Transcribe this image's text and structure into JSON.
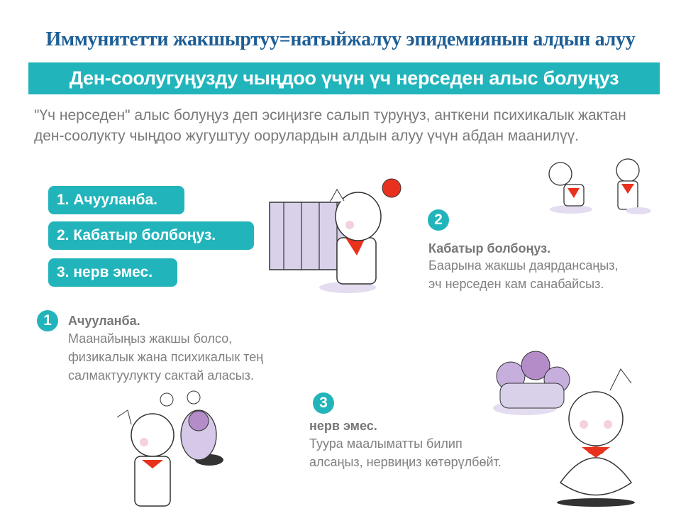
{
  "title": "Иммунитетти жакшыртуу=натыйжалуу  эпидемиянын алдын алуу",
  "banner": "Ден-соолугуңузду чыңдоо үчүн үч нерседен алыс болуңуз",
  "intro": "\"Үч нерседен\" алыс болуңуз деп эсиңизге салып туруңуз, анткени психикалык жактан ден-соолукту чыңдоо жугуштуу оорулардын алдын алуу үчүн абдан маанилүү.",
  "pills": [
    "1. Ачууланба.",
    "2. Кабатыр болбоңуз.",
    "3. нерв эмес."
  ],
  "items": [
    {
      "number": "1",
      "heading": "Ачууланба.",
      "lines": [
        "Маанайыңыз жакшы болсо,",
        "физикалык  жана психикалык  тең",
        "салмактуулукту  сактай аласыз."
      ]
    },
    {
      "number": "2",
      "heading": "Кабатыр болбоңуз.",
      "lines": [
        "Баарына жакшы даярдансаңыз,",
        "эч нерседен кам санабайсыз."
      ]
    },
    {
      "number": "3",
      "heading": "нерв эмес.",
      "lines": [
        "Туура маалыматты  билип",
        "алсаңыз, нервиңиз көтөрүлбөйт."
      ]
    }
  ],
  "colors": {
    "accent": "#22b4bb",
    "title": "#1d5e96",
    "text": "#7a7a7a",
    "vest": "#e8321e"
  }
}
